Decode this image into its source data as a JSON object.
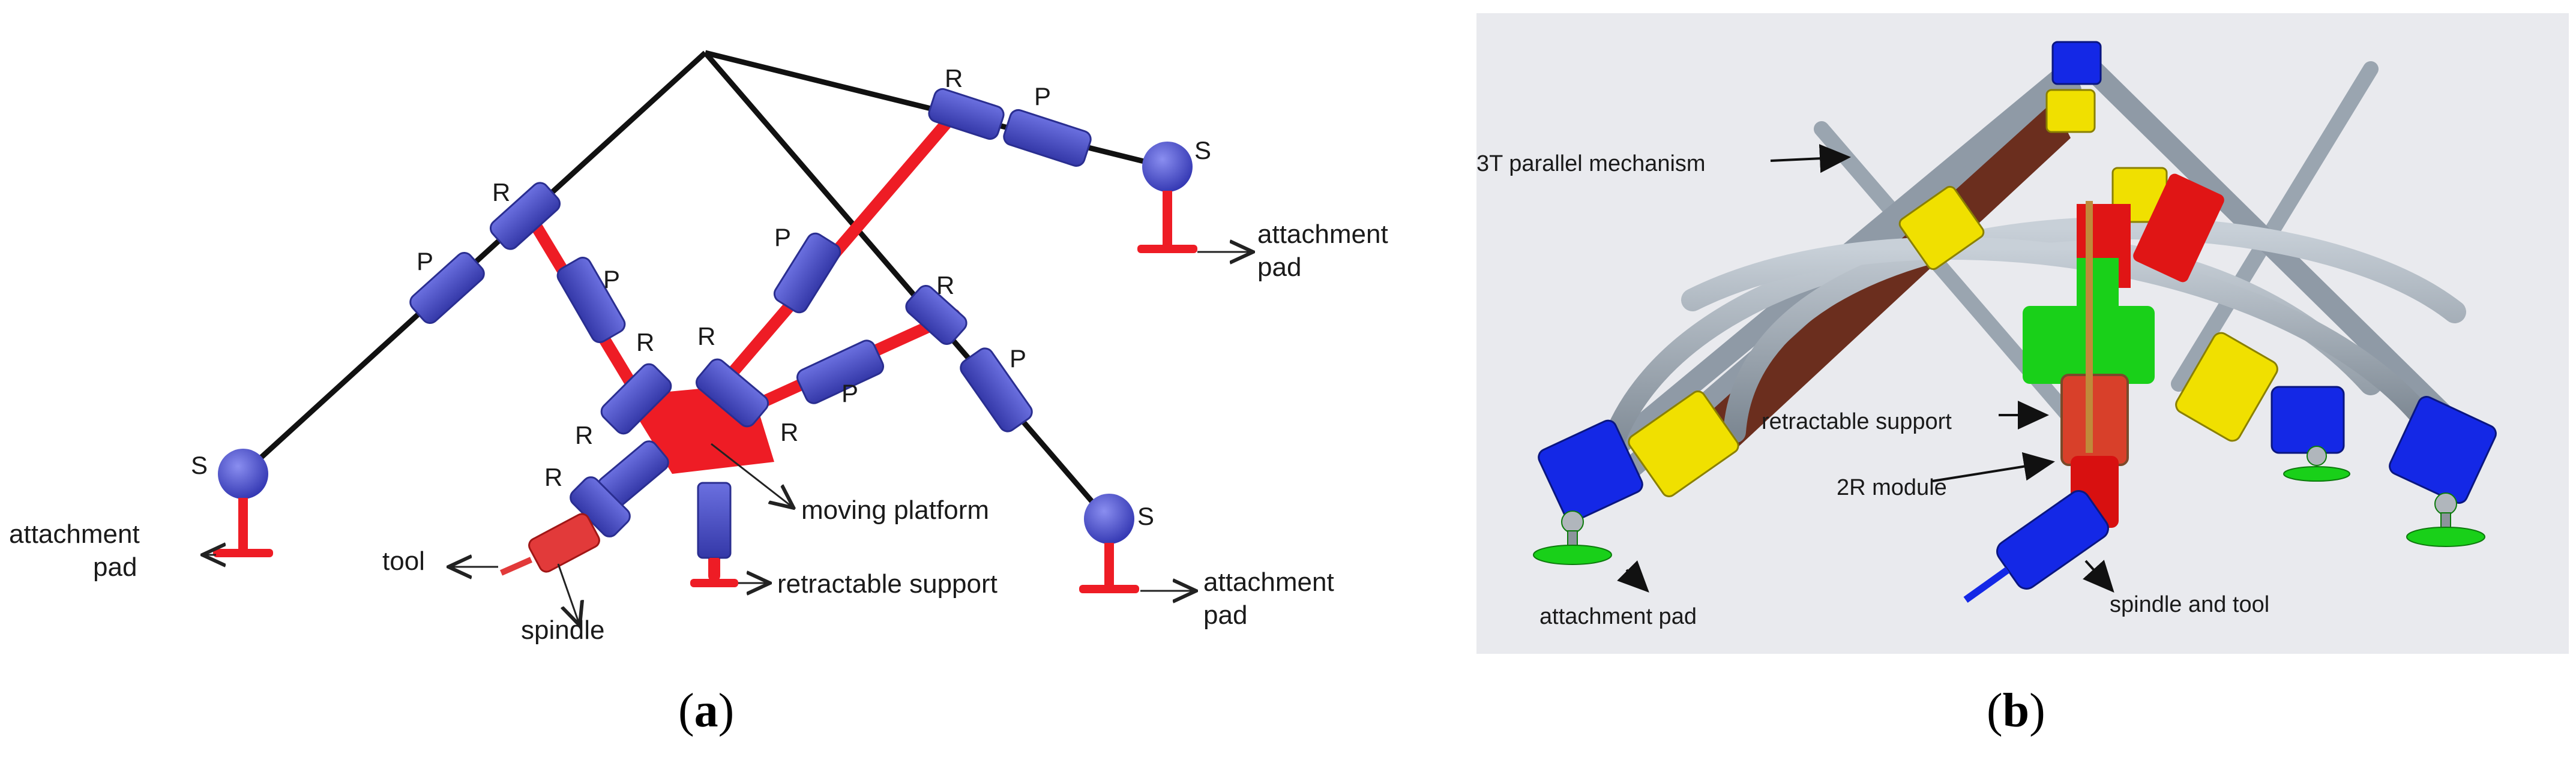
{
  "panel_a": {
    "joint_R": "R",
    "joint_P": "P",
    "joint_S": "S",
    "attachment_pad_line1": "attachment",
    "attachment_pad_line2": "pad",
    "tool": "tool",
    "spindle": "spindle",
    "moving_platform": "moving platform",
    "retractable_support": "retractable support",
    "caption_open": "(",
    "caption_letter": "a",
    "caption_close": ")"
  },
  "panel_b": {
    "mechanism_label": "3T parallel mechanism",
    "retractable_support": "retractable support",
    "module_2r": "2R module",
    "attachment_pad": "attachment pad",
    "spindle_and_tool": "spindle and tool",
    "caption_open": "(",
    "caption_letter": "b",
    "caption_close": ")"
  },
  "colors": {
    "link_black": "#111111",
    "link_red": "#ee1c25",
    "joint_blue": "#4a4fc9",
    "render_bg": "#e9eaee",
    "frame_gray": "#a9b3bd",
    "yellow_part": "#f0e000",
    "blue_part": "#1428e6",
    "green_part": "#19d019"
  }
}
